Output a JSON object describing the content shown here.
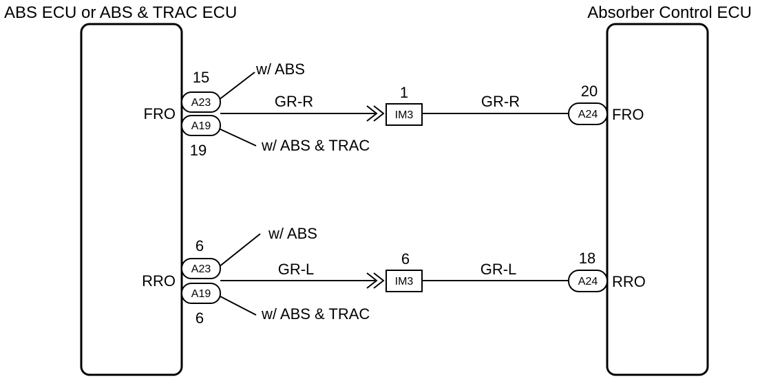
{
  "left_ecu": {
    "title": "ABS ECU or ABS & TRAC ECU"
  },
  "right_ecu": {
    "title": "Absorber Control ECU"
  },
  "circuits": [
    {
      "left_signal": "FRO",
      "a23": {
        "label": "A23",
        "pin": "15",
        "note": "w/ ABS"
      },
      "a19": {
        "label": "A19",
        "pin": "19",
        "note": "w/ ABS & TRAC"
      },
      "wire_left": "GR-R",
      "junction": {
        "label": "IM3",
        "pin": "1"
      },
      "wire_right": "GR-R",
      "a24": {
        "label": "A24",
        "pin": "20"
      },
      "right_signal": "FRO"
    },
    {
      "left_signal": "RRO",
      "a23": {
        "label": "A23",
        "pin": "6",
        "note": "w/ ABS"
      },
      "a19": {
        "label": "A19",
        "pin": "6",
        "note": "w/ ABS & TRAC"
      },
      "wire_left": "GR-L",
      "junction": {
        "label": "IM3",
        "pin": "6"
      },
      "wire_right": "GR-L",
      "a24": {
        "label": "A24",
        "pin": "18"
      },
      "right_signal": "RRO"
    }
  ]
}
